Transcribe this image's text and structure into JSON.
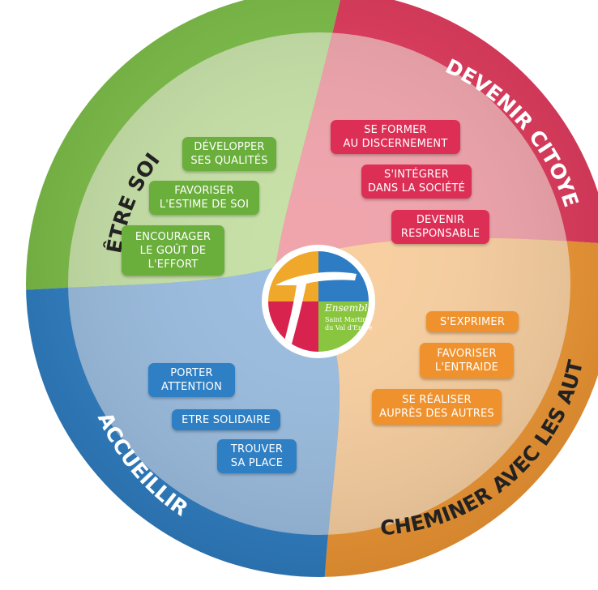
{
  "sections": [
    {
      "id": "etre-soi",
      "title": "ÊTRE SOI",
      "color": "#7dbf48",
      "items": [
        "DÉVELOPPER\nSES QUALITÉS",
        "FAVORISER\nL'ESTIME DE SOI",
        "ENCOURAGER\nLE GOÛT DE\nL'EFFORT"
      ]
    },
    {
      "id": "devenir-citoyen",
      "title": "DEVENIR CITOYEN",
      "color": "#e23a5d",
      "items": [
        "SE FORMER\nAU DISCERNEMENT",
        "S'INTÉGRER\nDANS LA SOCIÉTÉ",
        "DEVENIR\nRESPONSABLE"
      ]
    },
    {
      "id": "cheminer",
      "title": "CHEMINER AVEC LES AUTRES",
      "color": "#f19834",
      "items": [
        "S'EXPRIMER",
        "FAVORISER\nL'ENTRAIDE",
        "SE RÉALISER\nAUPRÈS DES AUTRES"
      ]
    },
    {
      "id": "accueillir",
      "title": "ACCUEILLIR",
      "color": "#2f7fc4",
      "items": [
        "PORTER\nATTENTION",
        "ETRE SOLIDAIRE",
        "TROUVER\nSA PLACE"
      ]
    }
  ],
  "logo": {
    "line1": "Ensemble",
    "line2": "Saint Martin",
    "line3": "du Val d'Erdre"
  }
}
